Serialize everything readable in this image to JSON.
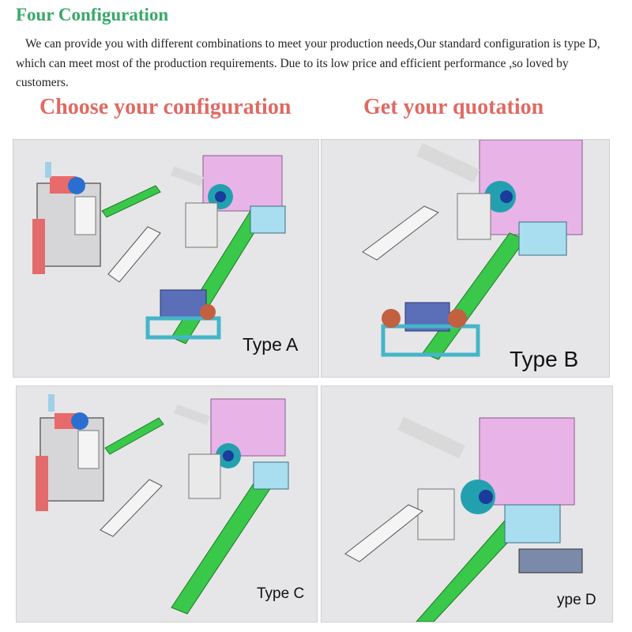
{
  "section": {
    "title": "Four Configuration",
    "intro": "We can provide you with different combinations to meet your production needs,Our standard configuration is type D, which can meet most of the production requirements. Due to its low price and efficient performance ,so loved by customers."
  },
  "cta": {
    "left": "Choose your configuration",
    "right": "Get your quotation"
  },
  "configurations": [
    {
      "label": "Type A"
    },
    {
      "label": "Type B"
    },
    {
      "label": "Type C"
    },
    {
      "label": "ype D"
    }
  ],
  "colors": {
    "title": "#3aa86a",
    "cta": "#e06a63",
    "conveyor": "#39c84a",
    "frame": "#45b5c9",
    "cabinet": "#e8b4e8",
    "fan": "#23a0b0"
  }
}
